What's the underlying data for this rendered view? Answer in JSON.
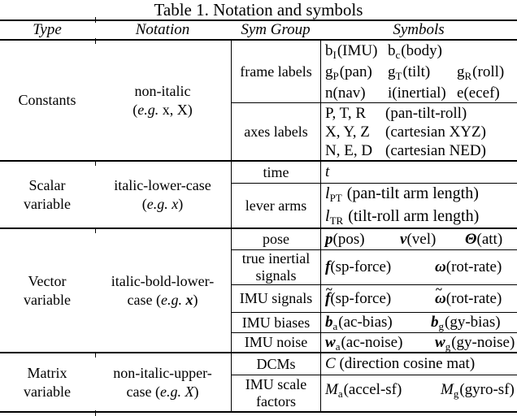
{
  "title": "Table 1. Notation and symbols",
  "header": {
    "type": "Type",
    "notation": "Notation",
    "sym_group": "Sym Group",
    "symbols": "Symbols"
  },
  "text_color": "#000000",
  "background_color": "#ffffff",
  "sections": [
    {
      "id": "constants",
      "type_lines": [
        "Constants"
      ],
      "notation_lines": [
        [
          {
            "t": "non-italic"
          }
        ],
        [
          {
            "t": "("
          },
          {
            "t": "e.g.",
            "s": "i"
          },
          {
            "t": " x, X)"
          }
        ]
      ],
      "groups": [
        {
          "id": "frame-labels",
          "name_lines": [
            "frame labels"
          ],
          "lines": [
            [
              [
                {
                  "t": "b"
                },
                {
                  "t": "I",
                  "s": "sub"
                },
                {
                  "t": "(IMU)"
                }
              ],
              [
                {
                  "t": "b"
                },
                {
                  "t": "c",
                  "s": "sub"
                },
                {
                  "t": "(body)"
                }
              ]
            ],
            [
              [
                {
                  "t": "g"
                },
                {
                  "t": "P",
                  "s": "sub"
                },
                {
                  "t": "(pan)"
                }
              ],
              [
                {
                  "t": "g"
                },
                {
                  "t": "T",
                  "s": "sub"
                },
                {
                  "t": "(tilt)"
                }
              ],
              [
                {
                  "t": "g"
                },
                {
                  "t": "R",
                  "s": "sub"
                },
                {
                  "t": "(roll)"
                }
              ]
            ],
            [
              [
                {
                  "t": "n"
                },
                {
                  "t": "(nav)"
                }
              ],
              [
                {
                  "t": "i"
                },
                {
                  "t": "(inertial)"
                }
              ],
              [
                {
                  "t": "e"
                },
                {
                  "t": "(ecef)"
                }
              ]
            ]
          ]
        },
        {
          "id": "axes-labels",
          "name_lines": [
            "axes labels"
          ],
          "lines": [
            [
              [
                {
                  "t": "P, T, R"
                }
              ],
              [
                {
                  "t": "(pan-tilt-roll)"
                }
              ]
            ],
            [
              [
                {
                  "t": "X, Y, Z"
                }
              ],
              [
                {
                  "t": "(cartesian XYZ)"
                }
              ]
            ],
            [
              [
                {
                  "t": "N, E, D"
                }
              ],
              [
                {
                  "t": "(cartesian NED)"
                }
              ]
            ]
          ]
        }
      ]
    },
    {
      "id": "scalar-variable",
      "type_lines": [
        "Scalar",
        "variable"
      ],
      "notation_lines": [
        [
          {
            "t": "italic-lower-case"
          }
        ],
        [
          {
            "t": "("
          },
          {
            "t": "e.g.",
            "s": "i"
          },
          {
            "t": " "
          },
          {
            "t": "x",
            "s": "i"
          },
          {
            "t": ")"
          }
        ]
      ],
      "groups": [
        {
          "id": "time",
          "name_lines": [
            "time"
          ],
          "lines": [
            [
              [
                {
                  "t": "t",
                  "s": "i"
                }
              ]
            ]
          ]
        },
        {
          "id": "lever-arms",
          "name_lines": [
            "lever arms"
          ],
          "lines": [
            [
              [
                {
                  "t": "l",
                  "s": "i"
                },
                {
                  "t": "PT",
                  "s": "sub"
                },
                {
                  "t": " (pan-tilt arm length)"
                }
              ]
            ],
            [
              [
                {
                  "t": "l",
                  "s": "i"
                },
                {
                  "t": "TR",
                  "s": "sub"
                },
                {
                  "t": " (tilt-roll arm length)"
                }
              ]
            ]
          ]
        }
      ]
    },
    {
      "id": "vector-variable",
      "type_lines": [
        "Vector",
        "variable"
      ],
      "notation_lines": [
        [
          {
            "t": "italic-bold-lower-"
          }
        ],
        [
          {
            "t": "case ("
          },
          {
            "t": "e.g.",
            "s": "i"
          },
          {
            "t": " "
          },
          {
            "t": "x",
            "s": "bi"
          },
          {
            "t": ")"
          }
        ]
      ],
      "groups": [
        {
          "id": "pose",
          "name_lines": [
            "pose"
          ],
          "lines": [
            [
              [
                {
                  "t": "p",
                  "s": "bi"
                },
                {
                  "t": "(pos)"
                }
              ],
              [
                {
                  "t": "v",
                  "s": "bi"
                },
                {
                  "t": "(vel)"
                }
              ],
              [
                {
                  "t": "Θ",
                  "s": "bi"
                },
                {
                  "t": "(att)"
                }
              ]
            ]
          ]
        },
        {
          "id": "true-inertial-signals",
          "name_lines": [
            "true inertial",
            "signals"
          ],
          "lines": [
            [
              [
                {
                  "t": "f",
                  "s": "bi"
                },
                {
                  "t": "(sp-force)"
                }
              ],
              [
                {
                  "t": "ω",
                  "s": "bi"
                },
                {
                  "t": "(rot-rate)"
                }
              ]
            ]
          ]
        },
        {
          "id": "imu-signals",
          "name_lines": [
            "IMU signals"
          ],
          "lines": [
            [
              [
                {
                  "t": "f",
                  "s": "bit"
                },
                {
                  "t": "(sp-force)"
                }
              ],
              [
                {
                  "t": "ω",
                  "s": "bit"
                },
                {
                  "t": "(rot-rate)"
                }
              ]
            ]
          ]
        },
        {
          "id": "imu-biases",
          "name_lines": [
            "IMU biases"
          ],
          "lines": [
            [
              [
                {
                  "t": "b",
                  "s": "bi"
                },
                {
                  "t": "a",
                  "s": "sub"
                },
                {
                  "t": "(ac-bias)"
                }
              ],
              [
                {
                  "t": "b",
                  "s": "bi"
                },
                {
                  "t": "g",
                  "s": "sub"
                },
                {
                  "t": "(gy-bias)"
                }
              ]
            ]
          ]
        },
        {
          "id": "imu-noise",
          "name_lines": [
            "IMU noise"
          ],
          "lines": [
            [
              [
                {
                  "t": "w",
                  "s": "bi"
                },
                {
                  "t": "a",
                  "s": "sub"
                },
                {
                  "t": "(ac-noise)"
                }
              ],
              [
                {
                  "t": "w",
                  "s": "bi"
                },
                {
                  "t": "g",
                  "s": "sub"
                },
                {
                  "t": "(gy-noise)"
                }
              ]
            ]
          ]
        }
      ]
    },
    {
      "id": "matrix-variable",
      "type_lines": [
        "Matrix",
        "variable"
      ],
      "notation_lines": [
        [
          {
            "t": "non-italic-upper-"
          }
        ],
        [
          {
            "t": "case ("
          },
          {
            "t": "e.g.",
            "s": "i"
          },
          {
            "t": " "
          },
          {
            "t": "X",
            "s": "i"
          },
          {
            "t": ")"
          }
        ]
      ],
      "groups": [
        {
          "id": "dcms",
          "name_lines": [
            "DCMs"
          ],
          "lines": [
            [
              [
                {
                  "t": "C",
                  "s": "i"
                },
                {
                  "t": " (direction cosine mat)"
                }
              ]
            ]
          ]
        },
        {
          "id": "imu-scale-factors",
          "name_lines": [
            "IMU scale",
            "factors"
          ],
          "lines": [
            [
              [
                {
                  "t": "M",
                  "s": "i"
                },
                {
                  "t": "a",
                  "s": "sub"
                },
                {
                  "t": "(accel-sf)"
                }
              ],
              [
                {
                  "t": "M",
                  "s": "i"
                },
                {
                  "t": "g",
                  "s": "sub"
                },
                {
                  "t": "(gyro-sf)"
                }
              ]
            ]
          ]
        }
      ]
    }
  ]
}
